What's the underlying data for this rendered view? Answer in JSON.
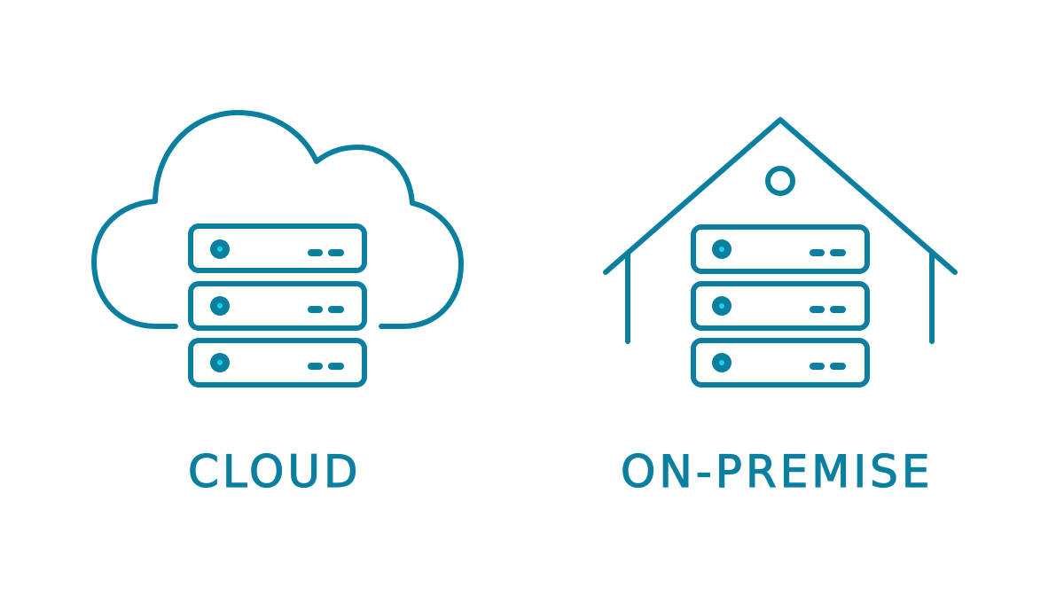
{
  "colors": {
    "primary": "#0a7f9f",
    "led": "#19d3e6",
    "background": "#ffffff"
  },
  "left": {
    "icon": "cloud-server-icon",
    "label": "CLOUD",
    "server_units": 3
  },
  "right": {
    "icon": "house-server-icon",
    "label": "ON-PREMISE",
    "server_units": 3
  }
}
